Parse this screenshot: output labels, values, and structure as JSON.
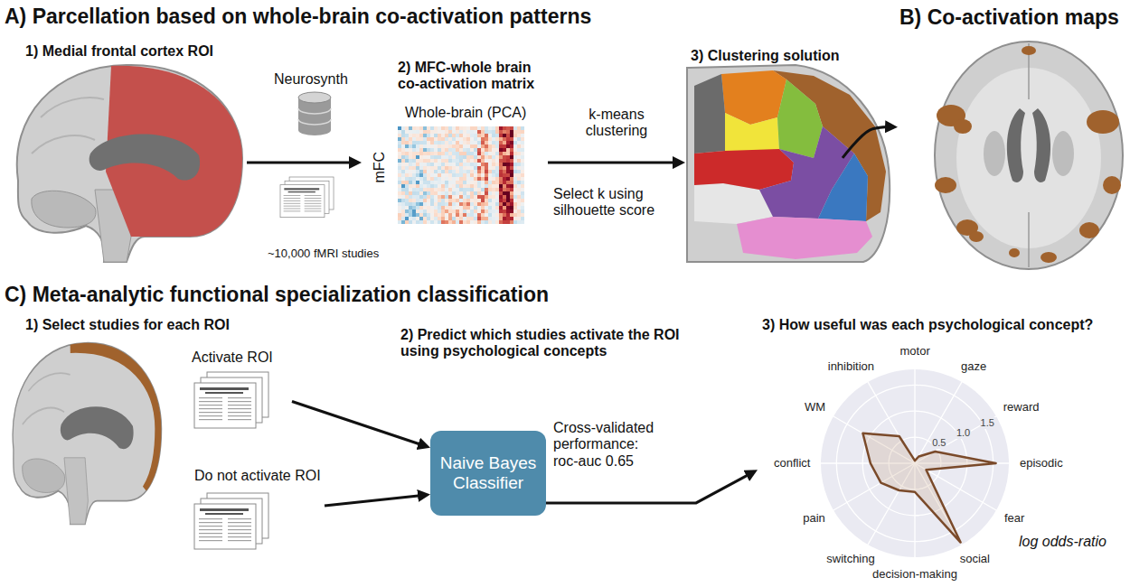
{
  "diagram": {
    "nodes": [
      {
        "text": [
          "1) Medial frontal cortex ROI"
        ]
      },
      {
        "text": [
          "2) MFC-whole brain co-activation matrix",
          "Whole-brain (PCA)",
          "mFC"
        ]
      },
      {
        "text": [
          "3) Clustering solution"
        ]
      },
      {
        "text": [
          "B) Co-activation maps"
        ]
      },
      {
        "text": [
          "Activate ROI"
        ]
      },
      {
        "text": [
          "Do not activate ROI"
        ]
      },
      {
        "text": [
          "Naive Bayes Classifier"
        ]
      },
      {
        "text": [
          "3) How useful was each psychological concept?"
        ]
      }
    ],
    "edges": [
      {
        "from": 0,
        "to": 1,
        "arrow": "to"
      },
      {
        "from": 1,
        "to": 2,
        "label": "k-means clustering",
        "arrow": "to"
      },
      {
        "from": 2,
        "to": 3,
        "arrow": "to"
      },
      {
        "from": 4,
        "to": 6,
        "arrow": "to"
      },
      {
        "from": 5,
        "to": 6,
        "arrow": "to"
      },
      {
        "from": 6,
        "to": 7,
        "arrow": "to"
      }
    ],
    "labels": [
      "A) Parcellation based on whole-brain co-activation patterns",
      "Neurosynth",
      "~10,000 fMRI studies",
      "Select k using silhouette score",
      "C) Meta-analytic functional specialization classification",
      "1) Select studies for each ROI",
      "2) Predict which studies activate the ROI using psychological concepts",
      "Cross-validated performance: roc-auc 0.65",
      "motor",
      "gaze",
      "reward",
      "episodic",
      "fear",
      "social",
      "decision-making",
      "switching",
      "pain",
      "conflict",
      "WM",
      "inhibition",
      "1.5",
      "1.0",
      "0.5",
      "log odds-ratio"
    ]
  }
}
